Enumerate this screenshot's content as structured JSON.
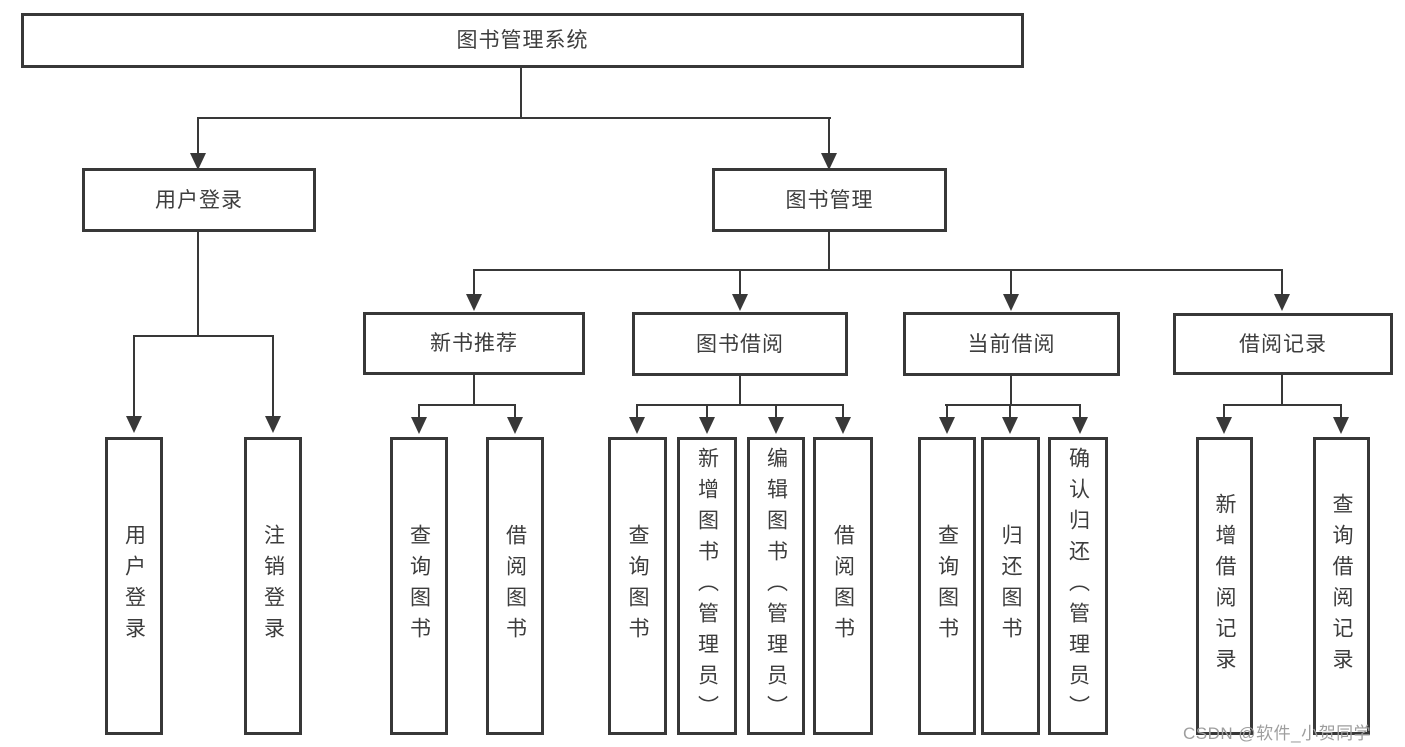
{
  "tree": {
    "label": "图书管理系统",
    "children": [
      {
        "label": "用户登录",
        "children": [
          {
            "label": "用户登录"
          },
          {
            "label": "注销登录"
          }
        ]
      },
      {
        "label": "图书管理",
        "children": [
          {
            "label": "新书推荐",
            "children": [
              {
                "label": "查询图书"
              },
              {
                "label": "借阅图书"
              }
            ]
          },
          {
            "label": "图书借阅",
            "children": [
              {
                "label": "查询图书"
              },
              {
                "label": "新增图书（管理员）"
              },
              {
                "label": "编辑图书（管理员）"
              },
              {
                "label": "借阅图书"
              }
            ]
          },
          {
            "label": "当前借阅",
            "children": [
              {
                "label": "查询图书"
              },
              {
                "label": "归还图书"
              },
              {
                "label": "确认归还（管理员）"
              }
            ]
          },
          {
            "label": "借阅记录",
            "children": [
              {
                "label": "新增借阅记录"
              },
              {
                "label": "查询借阅记录"
              }
            ]
          }
        ]
      }
    ]
  },
  "watermark": "CSDN @软件_小贺同学",
  "colors": {
    "line": "#383838",
    "box_border": "#383838",
    "text": "#3d3d3d",
    "watermark": "#9e9e9e",
    "background": "#ffffff"
  }
}
